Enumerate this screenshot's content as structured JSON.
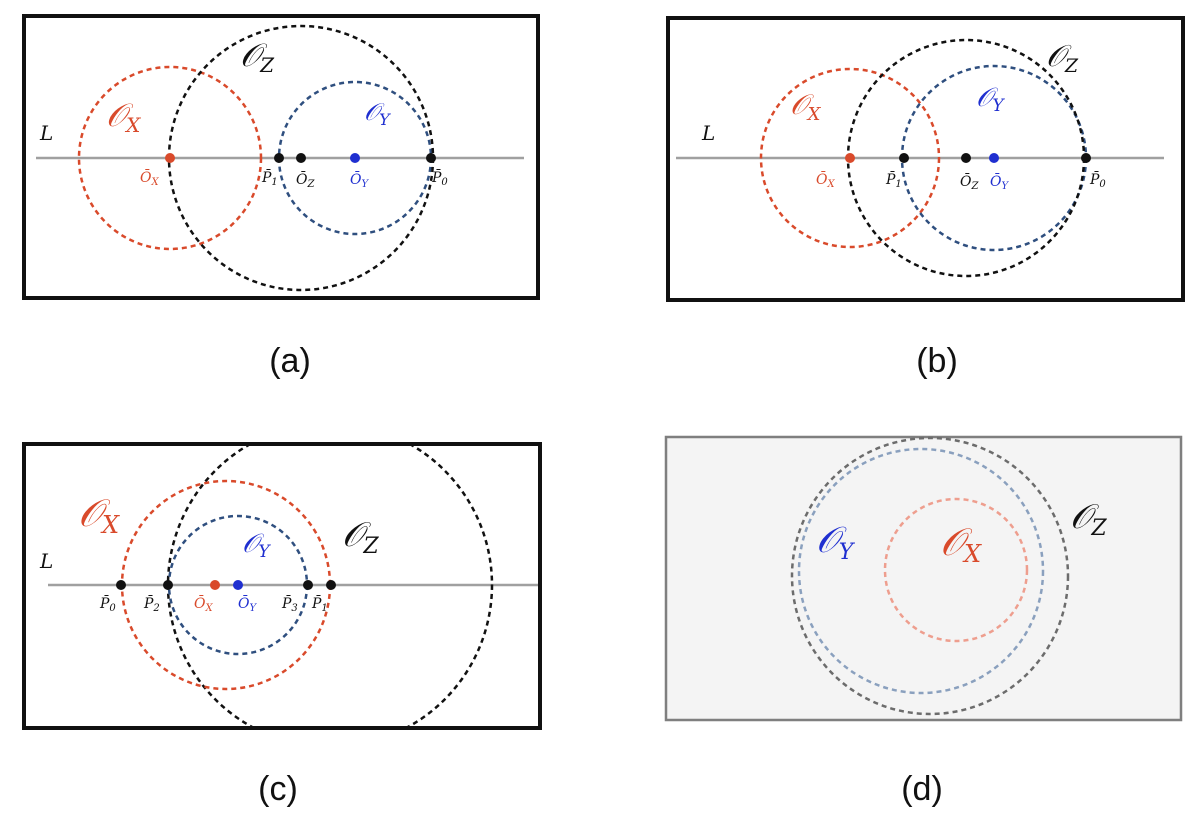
{
  "colors": {
    "red": "#d94a2b",
    "blue": "#2f4f7f",
    "blue_text": "#1f2fd0",
    "black": "#111111",
    "line": "#a0a0a0",
    "panel_d_bg": "#f4f4f4",
    "panel_d_border": "#7f7f7f"
  },
  "panels": {
    "a": {
      "caption": "(a)",
      "label_L": "L",
      "circle_x": "𝒪",
      "circle_x_sub": "X",
      "circle_y": "𝒪",
      "circle_y_sub": "Y",
      "circle_z": "𝒪",
      "circle_z_sub": "Z",
      "point_ox": "Ō",
      "point_ox_sub": "X",
      "point_oy": "Ō",
      "point_oy_sub": "Y",
      "point_oz": "Ō",
      "point_oz_sub": "Z",
      "point_p0": "P̄",
      "point_p0_sub": "0",
      "point_p1": "P̄",
      "point_p1_sub": "1"
    },
    "b": {
      "caption": "(b)",
      "label_L": "L",
      "circle_x": "𝒪",
      "circle_x_sub": "X",
      "circle_y": "𝒪",
      "circle_y_sub": "Y",
      "circle_z": "𝒪",
      "circle_z_sub": "Z",
      "point_ox": "Ō",
      "point_ox_sub": "X",
      "point_oy": "Ō",
      "point_oy_sub": "Y",
      "point_oz": "Ō",
      "point_oz_sub": "Z",
      "point_p0": "P̄",
      "point_p0_sub": "0",
      "point_p1": "P̄",
      "point_p1_sub": "1"
    },
    "c": {
      "caption": "(c)",
      "label_L": "L",
      "circle_x": "𝒪",
      "circle_x_sub": "X",
      "circle_y": "𝒪",
      "circle_y_sub": "Y",
      "circle_z": "𝒪",
      "circle_z_sub": "Z",
      "point_ox": "Ō",
      "point_ox_sub": "X",
      "point_oy": "Ō",
      "point_oy_sub": "Y",
      "point_p0": "P̄",
      "point_p0_sub": "0",
      "point_p1": "P̄",
      "point_p1_sub": "1",
      "point_p2": "P̄",
      "point_p2_sub": "2",
      "point_p3": "P̄",
      "point_p3_sub": "3"
    },
    "d": {
      "caption": "(d)",
      "circle_x": "𝒪",
      "circle_x_sub": "X",
      "circle_y": "𝒪",
      "circle_y_sub": "Y",
      "circle_z": "𝒪",
      "circle_z_sub": "Z"
    }
  }
}
